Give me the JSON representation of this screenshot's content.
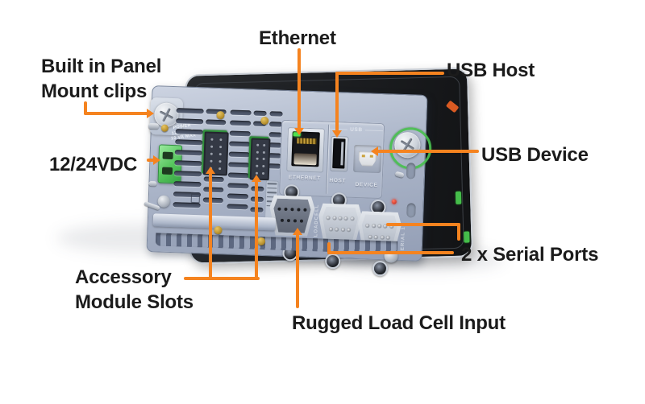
{
  "canvas": {
    "background": "#ffffff",
    "accent": "#f5831f",
    "label_color": "#1b1b1b"
  },
  "callouts": {
    "clips": "Built in Panel\nMount clips",
    "power": "12/24VDC",
    "ethernet": "Ethernet",
    "usb_host": "USB Host",
    "usb_device": "USB Device",
    "serial": "2 x Serial Ports",
    "loadcell": "Rugged Load Cell Input",
    "modules": "Accessory\nModule Slots"
  },
  "device_printed": {
    "power1": "POWER",
    "power2": "12/24VDC",
    "power3": "10 VA MAX",
    "usb_group": "USB",
    "ethernet": "ETHERNET",
    "host": "HOST",
    "device": "DEVICE",
    "loadcell": "LOADCELL",
    "serial2": "SERIAL 2",
    "serial1": "SERIAL 1",
    "power_plus": "+"
  }
}
